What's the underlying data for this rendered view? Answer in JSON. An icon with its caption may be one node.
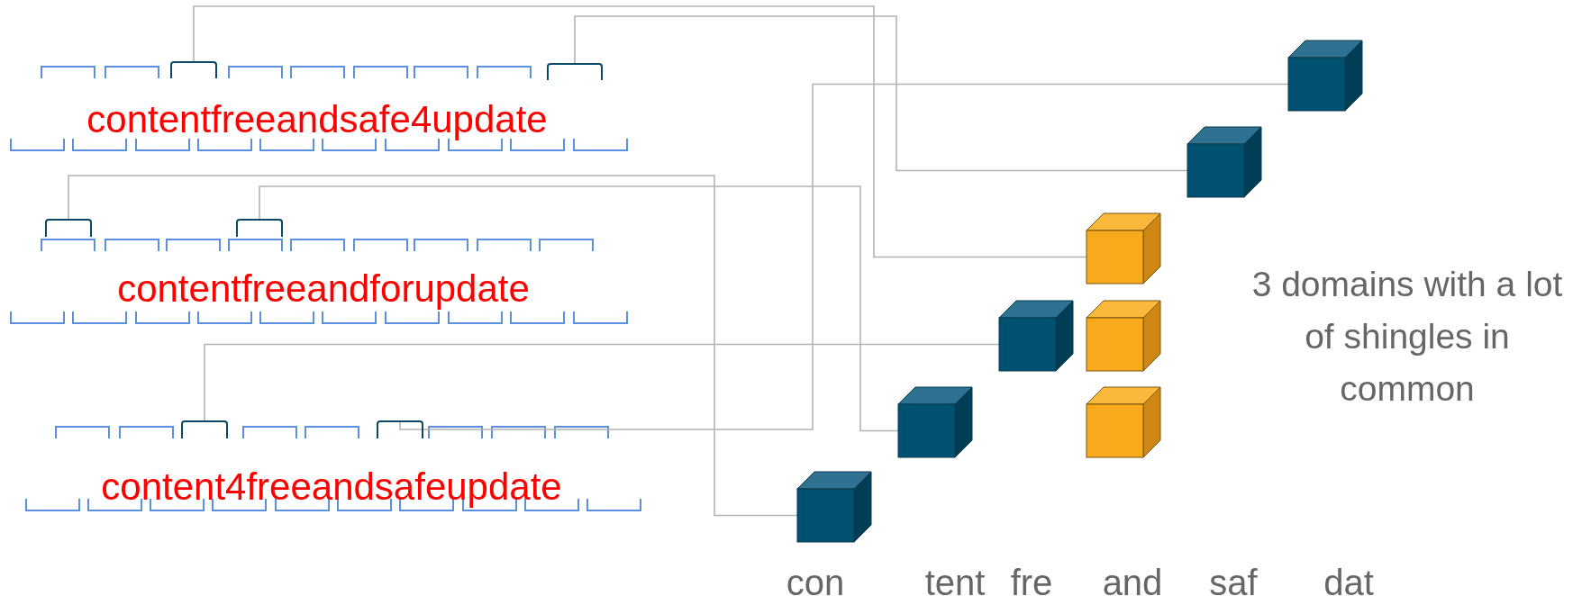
{
  "diagram": {
    "nodes": [
      {
        "text": [],
        "shape": "bracket"
      },
      {
        "text": [],
        "shape": "bracket"
      },
      {
        "text": [],
        "shape": "bracket"
      },
      {
        "text": [],
        "shape": "bracket"
      },
      {
        "text": [],
        "shape": "bracket"
      },
      {
        "text": [],
        "shape": "bracket"
      },
      {
        "text": [],
        "shape": "cube"
      },
      {
        "text": [],
        "shape": "cube"
      },
      {
        "text": [],
        "shape": "cube"
      },
      {
        "text": [],
        "shape": "cube"
      },
      {
        "text": [],
        "shape": "cube"
      },
      {
        "text": [],
        "shape": "cube"
      },
      {
        "text": [],
        "shape": "cube"
      },
      {
        "text": [],
        "shape": "cube"
      }
    ],
    "edges": [
      {
        "from": 0,
        "to": 8,
        "arrow": "none"
      },
      {
        "from": 1,
        "to": 7,
        "arrow": "none"
      },
      {
        "from": 2,
        "to": 13,
        "arrow": "none"
      },
      {
        "from": 3,
        "to": 11,
        "arrow": "none"
      },
      {
        "from": 4,
        "to": 9,
        "arrow": "none"
      },
      {
        "from": 5,
        "to": 6,
        "arrow": "none"
      }
    ],
    "labels": [
      "contentfreeandsafe4update",
      "contentfreeandforupdate",
      "content4freeandsafeupdate",
      "con",
      "tent",
      "fre",
      "and",
      "saf",
      "dat",
      "3 domains with a lot of shingles in common"
    ]
  }
}
